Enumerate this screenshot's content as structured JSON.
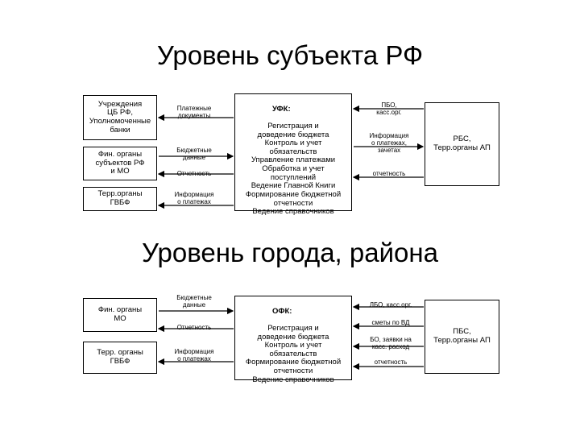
{
  "top": {
    "title": "Уровень субъекта РФ",
    "left_boxes": [
      "Учреждения\nЦБ РФ,\nУполномоченные\nбанки",
      "Фин. органы\nсубъектов РФ\nи МО",
      "Терр.органы\nГВБФ"
    ],
    "center_header": "УФК:",
    "center_body": "Регистрация и\nдоведение бюджета\nКонтроль и учет\nобязательств\nУправление платежами\nОбработка и учет\nпоступлений\nВедение Главной Книги\nФормирование бюджетной\nотчетности\nВедение справочников",
    "right_box": "РБС,\nТерр.органы АП",
    "left_labels": [
      "Платежные\nдокументы",
      "Бюджетные\nданные",
      "Отчетность",
      "Информация\nо платежах"
    ],
    "right_labels": [
      "ПБО,\nкасс.орг.",
      "Информация\nо платежах,\nзачетах",
      "отчетность"
    ]
  },
  "bottom": {
    "title": "Уровень города, района",
    "left_boxes": [
      "Фин. органы\nМО",
      "Терр. органы\nГВБФ"
    ],
    "center_header": "ОФК:",
    "center_body": "Регистрация и\nдоведение бюджета\nКонтроль и учет\nобязательств\nФормирование бюджетной\nотчетности\nВедение справочников",
    "right_box": "ПБС,\nТерр.органы АП",
    "left_labels": [
      "Бюджетные\nданные",
      "Отчетность",
      "Информация\nо платежах"
    ],
    "right_labels": [
      "ЛБО, касс.орг.",
      "сметы по ВД",
      "БО, заявки на\nкасс. расход",
      "отчетность"
    ]
  }
}
